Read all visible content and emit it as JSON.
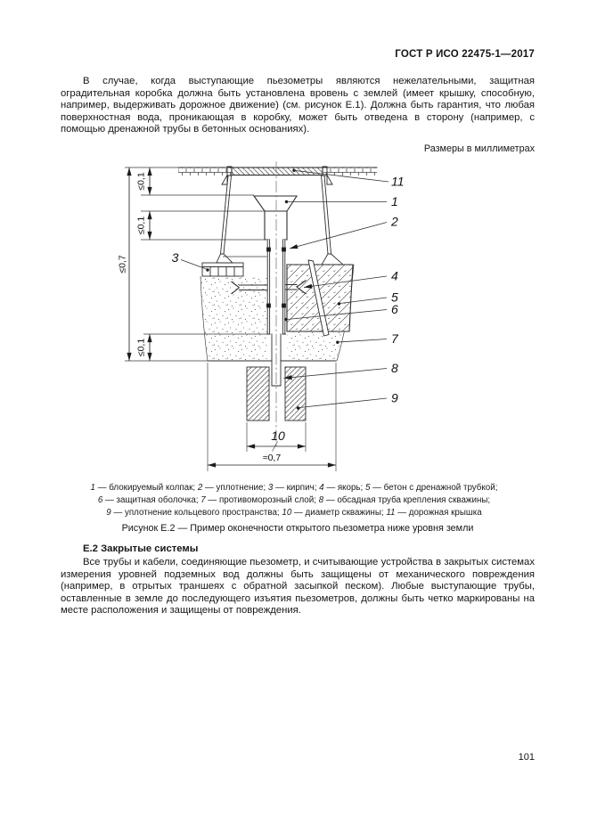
{
  "page": {
    "header": "ГОСТ Р ИСО 22475-1—2017",
    "number": "101"
  },
  "intro_paragraph": "В случае, когда выступающие пьезометры являются нежелательными, защитная оградительная коробка должна быть установлена вровень с землей (имеет крышку, способную, например, выдерживать дорожное движение) (см. рисунок Е.1). Должна быть гарантия, что любая поверхностная вода, проникающая в коробку, может быть отведена в сторону (например, с помощью дренажной трубы в бетонных основаниях).",
  "dimensions_note": "Размеры в миллиметрах",
  "figure": {
    "caption": "Рисунок Е.2 — Пример оконечности открытого пьезометра ниже уровня земли",
    "callouts": {
      "n1": "1",
      "n2": "2",
      "n3": "3",
      "n4": "4",
      "n5": "5",
      "n6": "6",
      "n7": "7",
      "n8": "8",
      "n9": "9",
      "n10": "10",
      "n11": "11"
    },
    "dims": {
      "small": "≤0,1",
      "total": "≤0,7",
      "width_approx": "≈0,7"
    },
    "legend_lines": [
      {
        "items": [
          {
            "n": "1",
            "t": "блокируемый колпак"
          },
          {
            "n": "2",
            "t": "уплотнение"
          },
          {
            "n": "3",
            "t": "кирпич"
          },
          {
            "n": "4",
            "t": "якорь"
          },
          {
            "n": "5",
            "t": "бетон с дренажной трубкой"
          }
        ]
      },
      {
        "items": [
          {
            "n": "6",
            "t": "защитная оболочка"
          },
          {
            "n": "7",
            "t": "противоморозный слой"
          },
          {
            "n": "8",
            "t": "обсадная труба крепления скважины"
          }
        ]
      },
      {
        "items": [
          {
            "n": "9",
            "t": "уплотнение кольцевого пространства"
          },
          {
            "n": "10",
            "t": "диаметр скважины"
          },
          {
            "n": "11",
            "t": "дорожная крышка"
          }
        ]
      }
    ]
  },
  "section": {
    "heading": "Е.2 Закрытые системы",
    "body": "Все трубы и кабели, соединяющие пьезометр, и считывающие устройства в закрытых системах измерения уровней подземных вод должны быть защищены от механического повреждения (например, в отрытых траншеях с обратной засыпкой песком). Любые выступающие трубы, оставленные в земле до последующего изъятия пьезометров, должны быть четко маркированы на месте расположения и защищены от повреждения."
  }
}
